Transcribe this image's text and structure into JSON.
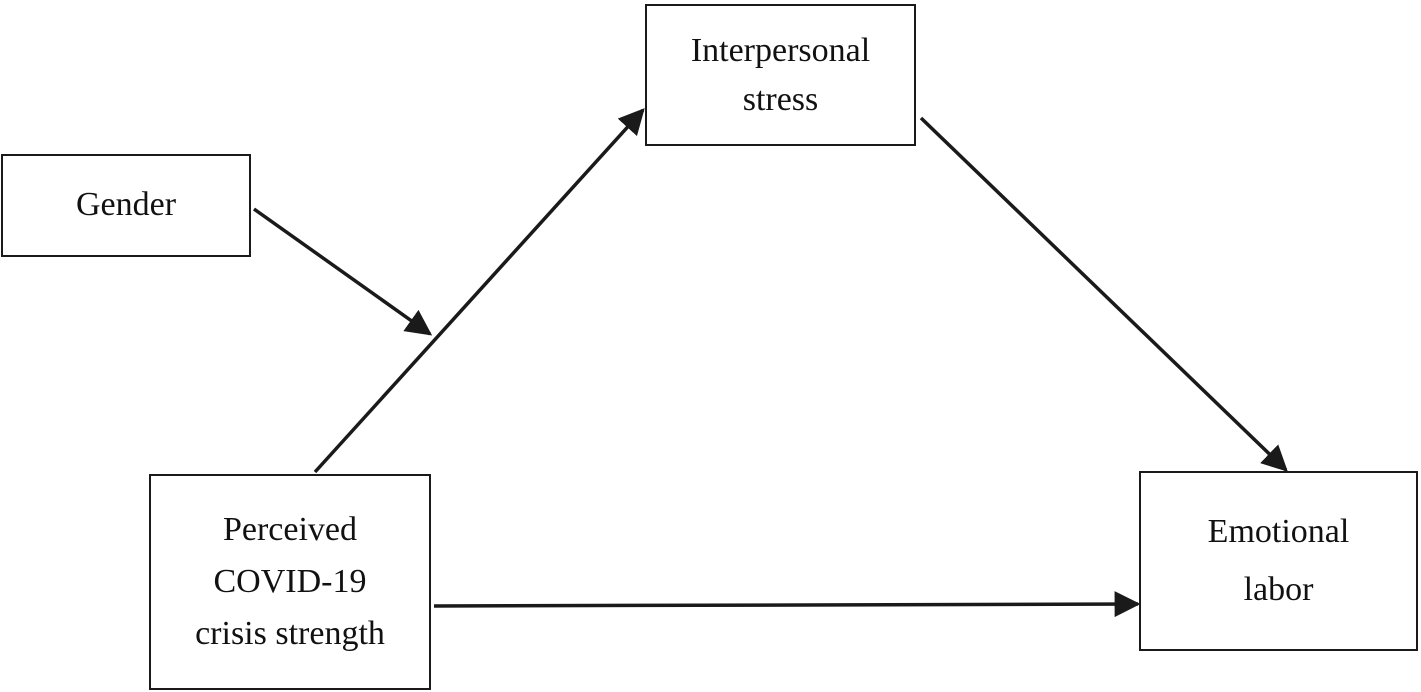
{
  "nodes": {
    "gender": {
      "lines": [
        "Gender"
      ]
    },
    "stress": {
      "lines": [
        "Interpersonal",
        "stress"
      ]
    },
    "crisis": {
      "lines": [
        "Perceived",
        "COVID-19",
        "crisis strength"
      ]
    },
    "labor": {
      "lines": [
        "Emotional",
        "labor"
      ]
    }
  },
  "edges": [
    {
      "from": "gender",
      "to": "crisis-to-stress-path",
      "kind": "moderation"
    },
    {
      "from": "crisis",
      "to": "stress",
      "kind": "direct"
    },
    {
      "from": "stress",
      "to": "labor",
      "kind": "direct"
    },
    {
      "from": "crisis",
      "to": "labor",
      "kind": "direct"
    }
  ],
  "colors": {
    "line": "#1a1a1a",
    "background": "#ffffff"
  }
}
